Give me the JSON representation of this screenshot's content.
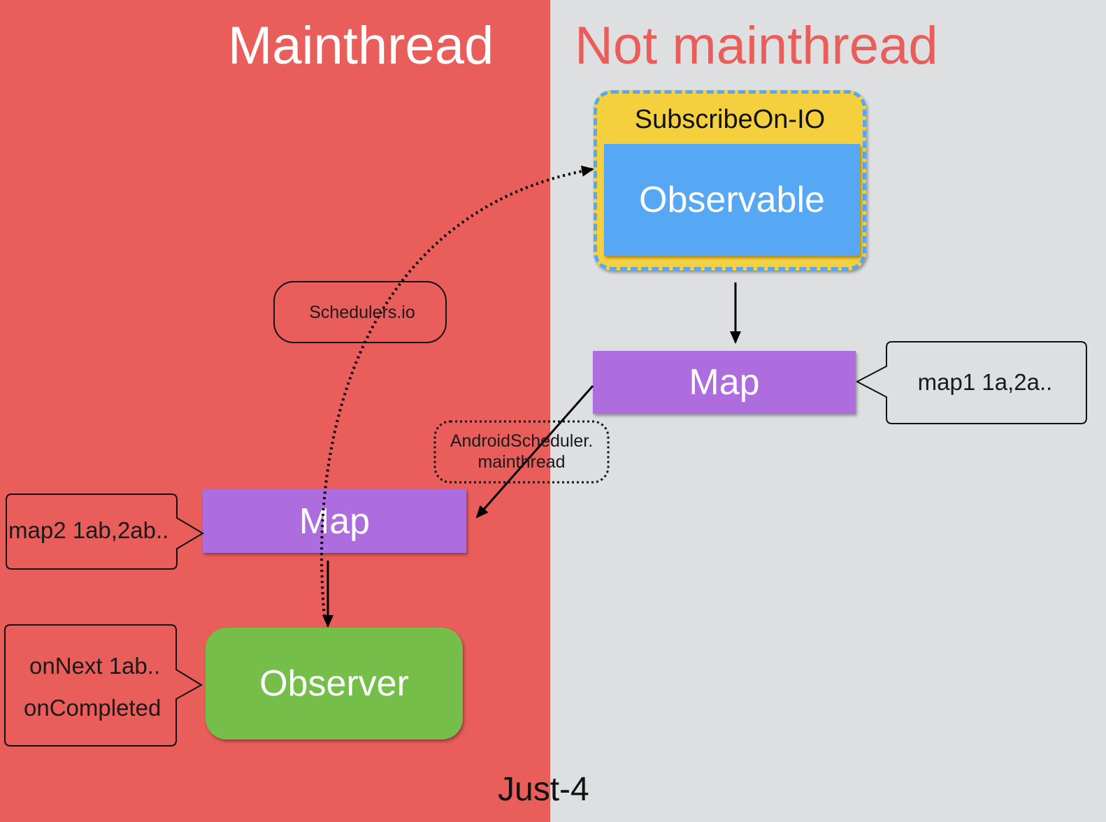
{
  "headings": {
    "main": "Mainthread",
    "not_main": "Not mainthread"
  },
  "nodes": {
    "subscribe_on": "SubscribeOn-IO",
    "observable": "Observable",
    "map1": "Map",
    "map2": "Map",
    "observer": "Observer"
  },
  "callouts": {
    "schedulers_io": "Schedulers.io",
    "android_scheduler": [
      "AndroidScheduler.",
      "mainthread"
    ],
    "map1_note": "map1   1a,2a..",
    "map2_note": "map2   1ab,2ab..",
    "observer_note": [
      "onNext   1ab..",
      "onCompleted"
    ]
  },
  "slide_label": "Just-4",
  "colors": {
    "mainthread_bg": "#e95e5b",
    "other_bg": "#dedfe0",
    "observable": "#56a8f5",
    "subscribe_box": "#f5d03e",
    "map": "#ae6ddf",
    "observer": "#74be49"
  }
}
